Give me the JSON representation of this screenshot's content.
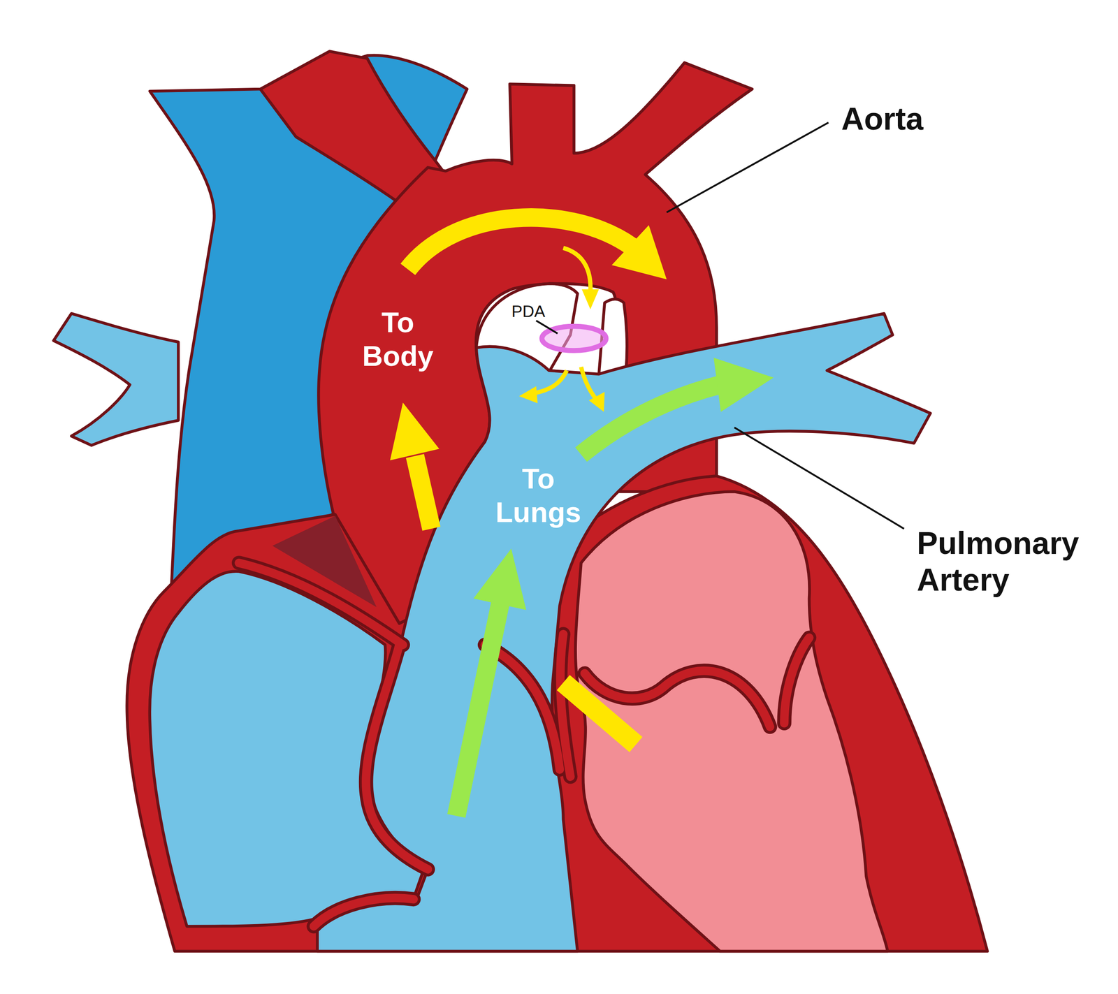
{
  "diagram": {
    "labels": [
      "Aorta",
      "To Body",
      "PDA",
      "To Lungs",
      "Pulmonary Artery"
    ]
  }
}
